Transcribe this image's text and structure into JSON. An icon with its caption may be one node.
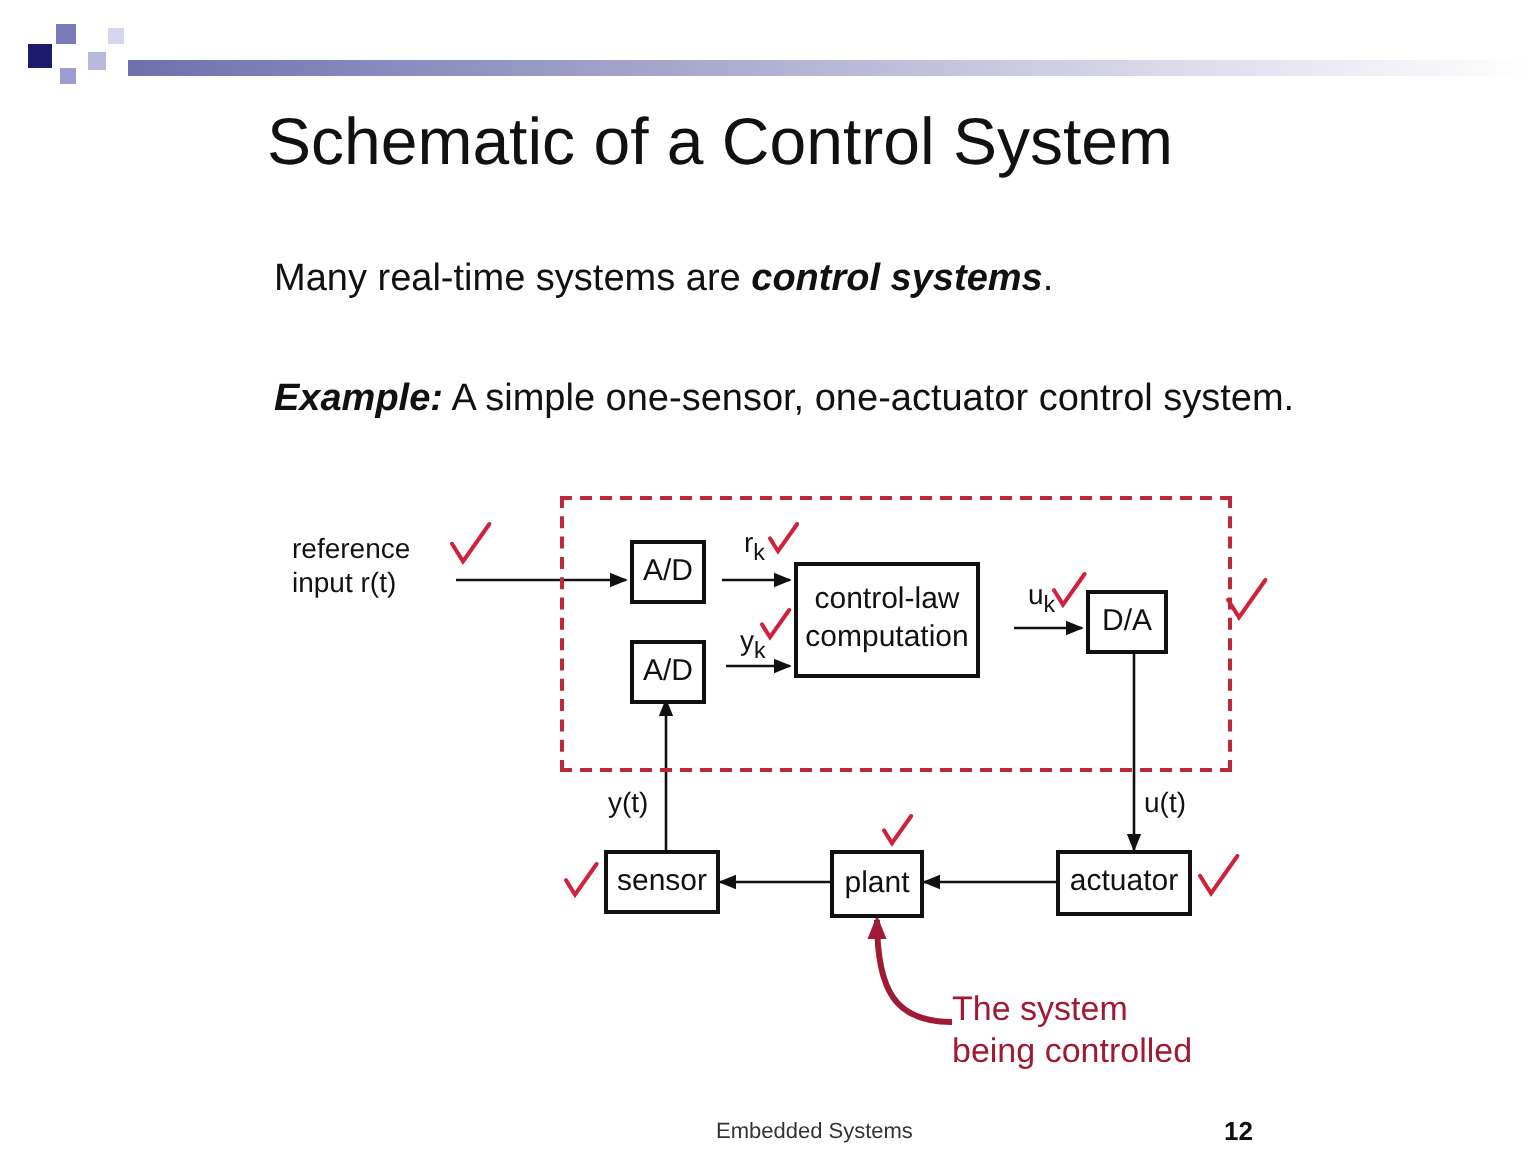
{
  "diagram": {
    "title": "Schematic of a Control System",
    "nodes": [
      {
        "text": [],
        "shape": "box"
      },
      {
        "text": [
          "reference input r(t)"
        ]
      },
      {
        "text": [
          "A/D"
        ],
        "in": 0
      },
      {
        "text": [
          "A/D"
        ],
        "in": 0
      },
      {
        "text": [
          "control-law computation"
        ],
        "in": 0
      },
      {
        "text": [
          "D/A"
        ],
        "in": 0
      },
      {
        "text": [
          "actuator"
        ]
      },
      {
        "text": [
          "plant"
        ]
      },
      {
        "text": [
          "sensor"
        ]
      },
      {
        "text": [
          "The system being controlled"
        ]
      }
    ],
    "edges": [
      {
        "from": 1,
        "to": 2,
        "arrow": "to"
      },
      {
        "from": 2,
        "to": 4,
        "arrow": "to",
        "label": "r$_{k}$"
      },
      {
        "from": 3,
        "to": 4,
        "arrow": "to",
        "label": "y$_{k}$"
      },
      {
        "from": 4,
        "to": 5,
        "arrow": "to",
        "label": "u$_{k}$"
      },
      {
        "from": 5,
        "to": 6,
        "arrow": "to",
        "label": "u(t)"
      },
      {
        "from": 6,
        "to": 7,
        "arrow": "to"
      },
      {
        "from": 7,
        "to": 8,
        "arrow": "to"
      },
      {
        "from": 8,
        "to": 3,
        "arrow": "to",
        "label": "y(t)"
      },
      {
        "from": 9,
        "to": 7,
        "arrow": "to",
        "style": "thick",
        "color": "#a01a33"
      }
    ],
    "labels": [
      "Many real-time systems are **control systems**.",
      "**Example:** A simple one-sensor, one-actuator control system.",
      "Embedded Systems",
      "12"
    ]
  }
}
